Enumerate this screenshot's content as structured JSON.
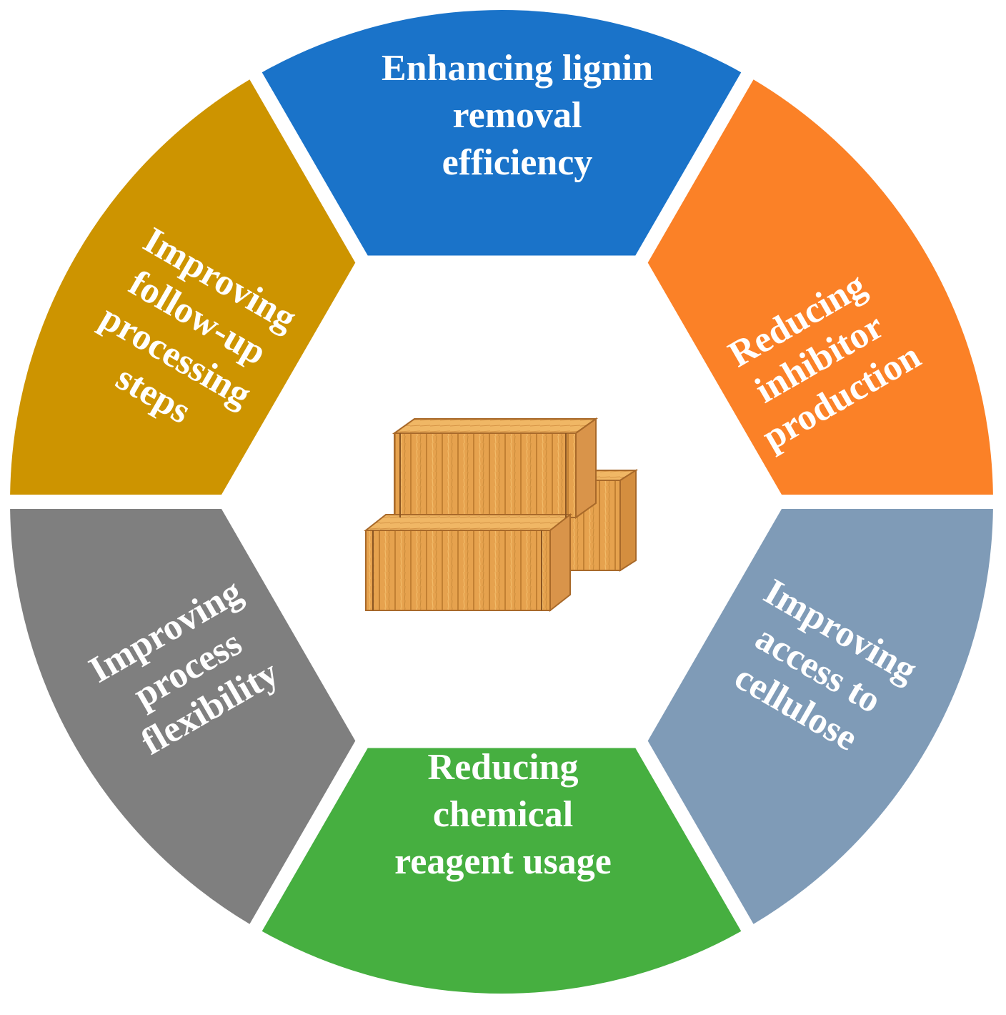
{
  "segments": [
    {
      "id": "top",
      "color": "#1a73c9",
      "lines": [
        "Enhancing lignin",
        "removal",
        "efficiency"
      ]
    },
    {
      "id": "upper-right",
      "color": "#fb8127",
      "lines": [
        "Reducing",
        "inhibitor",
        "production"
      ]
    },
    {
      "id": "lower-right",
      "color": "#7f9bb7",
      "lines": [
        "Improving",
        "access to",
        "cellulose"
      ]
    },
    {
      "id": "bottom",
      "color": "#46af40",
      "lines": [
        "Reducing",
        "chemical",
        "reagent usage"
      ]
    },
    {
      "id": "lower-left",
      "color": "#7f7f7f",
      "lines": [
        "Improving",
        "process",
        "flexibility"
      ]
    },
    {
      "id": "upper-left",
      "color": "#cd9400",
      "lines": [
        "Improving",
        "follow-up",
        "processing",
        "steps"
      ]
    }
  ],
  "center": {
    "icon": "hay-bales-icon"
  }
}
